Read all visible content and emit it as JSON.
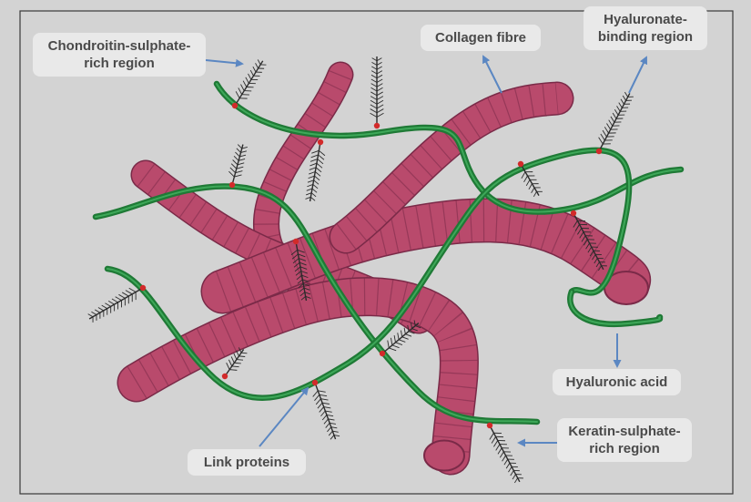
{
  "labels": {
    "chondroitin": {
      "line1": "Chondroitin-sulphate-",
      "line2": "rich region"
    },
    "collagen": "Collagen fibre",
    "hyaluronate": {
      "line1": "Hyaluronate-",
      "line2": "binding region"
    },
    "hyaluronic": "Hyaluronic acid",
    "keratin": {
      "line1": "Keratin-sulphate-",
      "line2": "rich region"
    },
    "link": "Link proteins"
  },
  "colors": {
    "background": "#d3d3d3",
    "frame": "#3a3a3a",
    "collagen": "#b94a6c",
    "collagen_dark": "#7a2a48",
    "hyaluronic": "#1f7a36",
    "hyaluronic_light": "#3ea859",
    "bristle": "#2b2b2b",
    "link_dot": "#d22a2a",
    "arrow": "#5b87c2"
  }
}
